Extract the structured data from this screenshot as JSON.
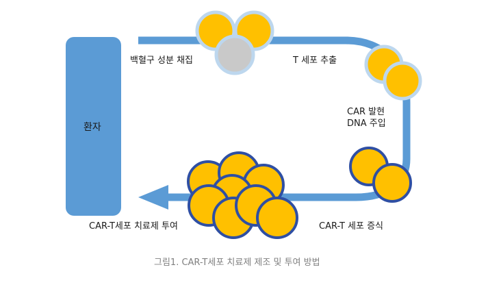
{
  "diagram": {
    "patient": "환자",
    "steps": {
      "collect": "백혈구 성분 채집",
      "extract": "T 세포 추출",
      "inject_line1": "CAR 발현",
      "inject_line2": "DNA 주입",
      "expand": "CAR-T 세포 증식",
      "administer": "CAR-T세포 치료제 투여"
    },
    "caption": "그림1. CAR-T세포 치료제 제조 및 투여 방법"
  },
  "colors": {
    "patient_fill": "#5b9bd5",
    "flow_arrow": "#5b9bd5",
    "cell_fill": "#ffc000",
    "collected_cell_ring": "#bdd7ee",
    "collected_cell_gray": "#c9c9c9",
    "car_t_cell_ring": "#2f4fa3"
  }
}
